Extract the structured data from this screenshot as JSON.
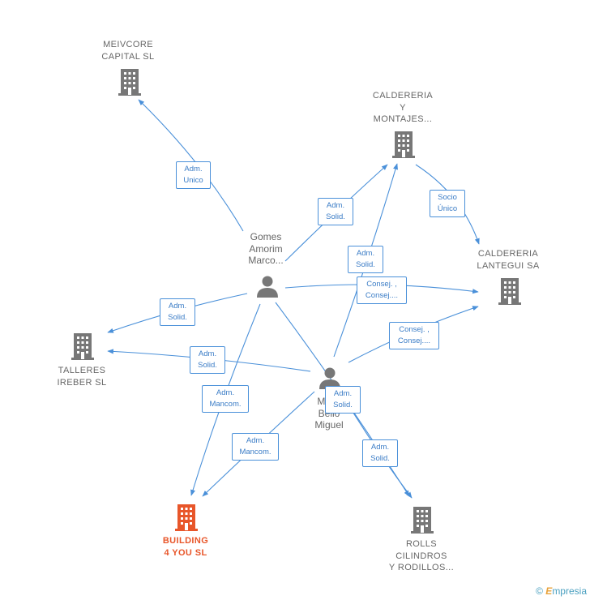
{
  "nodes": {
    "meivcore": {
      "lines": [
        "MEIVCORE",
        "CAPITAL  SL"
      ]
    },
    "caldereria_y": {
      "lines": [
        "CALDERERIA",
        "Y",
        "MONTAJES..."
      ]
    },
    "caldereria_lantegui": {
      "lines": [
        "CALDERERIA",
        "LANTEGUI SA"
      ]
    },
    "talleres": {
      "lines": [
        "TALLERES",
        "IREBER  SL"
      ]
    },
    "building": {
      "lines": [
        "BUILDING",
        "4 YOU  SL"
      ]
    },
    "rolls": {
      "lines": [
        "ROLLS",
        "CILINDROS",
        "Y RODILLOS..."
      ]
    },
    "gomes": {
      "lines": [
        "Gomes",
        "Amorim",
        "Marco..."
      ]
    },
    "moch": {
      "lines": [
        "Moch",
        "Bello",
        "Miguel"
      ]
    }
  },
  "edge_labels": {
    "adm_unico": [
      "Adm.",
      "Unico"
    ],
    "adm_solid_gomes_calderia": [
      "Adm.",
      "Solid."
    ],
    "socio_unico": [
      "Socio",
      "Único"
    ],
    "adm_solid_moch_calderia": [
      "Adm.",
      "Solid."
    ],
    "consej_gomes_lantegui": [
      "Consej. ,",
      "Consej...."
    ],
    "adm_solid_gomes_talleres": [
      "Adm.",
      "Solid."
    ],
    "consej_moch_lantegui": [
      "Consej. ,",
      "Consej...."
    ],
    "adm_solid_moch_talleres": [
      "Adm.",
      "Solid."
    ],
    "adm_solid_moch_rolls_1": [
      "Adm.",
      "Solid."
    ],
    "adm_mancom_gomes_building": [
      "Adm.",
      "Mancom."
    ],
    "adm_mancom_moch_building": [
      "Adm.",
      "Mancom."
    ],
    "adm_solid_moch_rolls_2": [
      "Adm.",
      "Solid."
    ]
  },
  "footer": {
    "copyright_symbol": "©",
    "brand_first": "E",
    "brand_rest": "mpresia"
  },
  "colors": {
    "company": "#777777",
    "focus": "#e8562a",
    "person": "#777777",
    "edge": "#4a90d9"
  }
}
